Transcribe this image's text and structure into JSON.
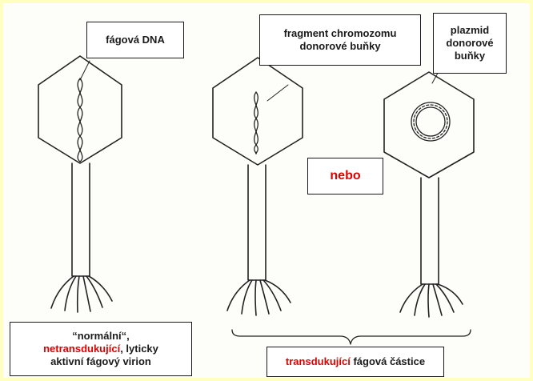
{
  "labels": {
    "phage_dna": "fágová DNA",
    "fragment_line1": "fragment chromozomu",
    "fragment_line2": "donorové buňky",
    "plasmid_line1": "plazmid",
    "plasmid_line2": "donorové",
    "plasmid_line3": "buňky",
    "nebo": "nebo",
    "normal_line1": "“normální“,",
    "normal_red": "netransdukující",
    "normal_rest": ", lyticky",
    "normal_line3": "aktivní fágový virion",
    "transducing_red": "transdukující",
    "transducing_rest": " fágová částice"
  },
  "colors": {
    "red": "#e00000",
    "ink": "#1a1a1a",
    "frame": "#ffffc2"
  }
}
